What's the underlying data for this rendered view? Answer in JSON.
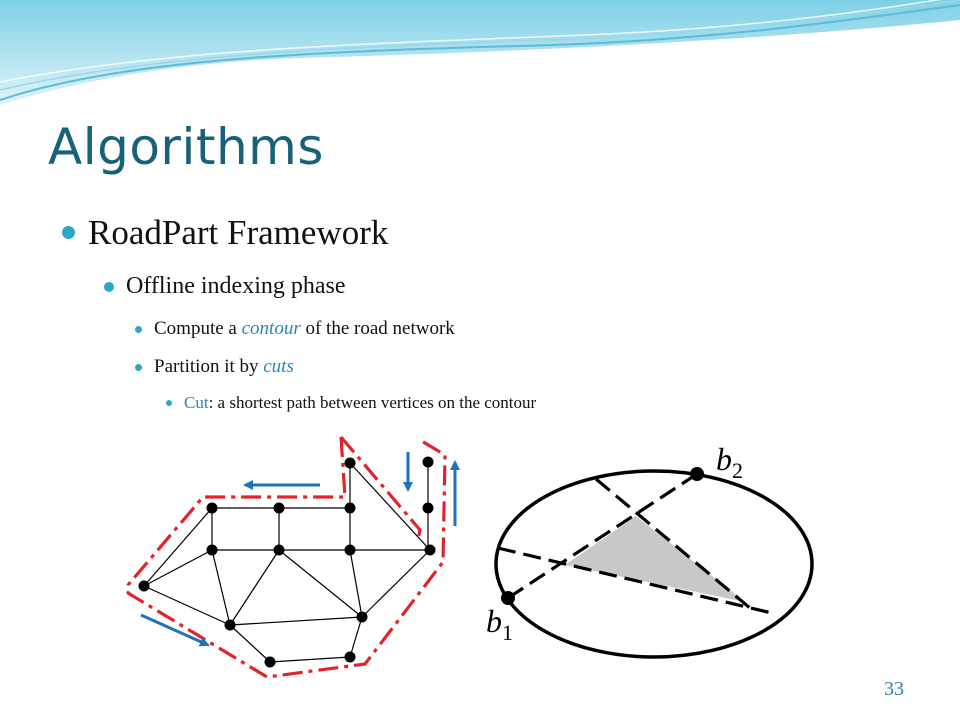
{
  "slide": {
    "title": "Algorithms",
    "bullet1": "RoadPart Framework",
    "bullet2": "Offline indexing phase",
    "bullet3a_pre": "Compute a ",
    "bullet3a_em": "contour",
    "bullet3a_post": " of the road network",
    "bullet3b_pre": "Partition it by ",
    "bullet3b_em": "cuts",
    "bullet4_cut": "Cut",
    "bullet4_rest": ": a shortest path between vertices on the contour",
    "page_number": "33"
  },
  "diagram": {
    "label_b1_main": "b",
    "label_b1_sub": "1",
    "label_b2_main": "b",
    "label_b2_sub": "2"
  },
  "colors": {
    "title": "#17627a",
    "bullet": "#2aa7c9",
    "emphasis": "#2b86b6",
    "contour": "#e0242a",
    "arrow": "#1f73b8",
    "shaded_region": "#c8c8c8"
  }
}
